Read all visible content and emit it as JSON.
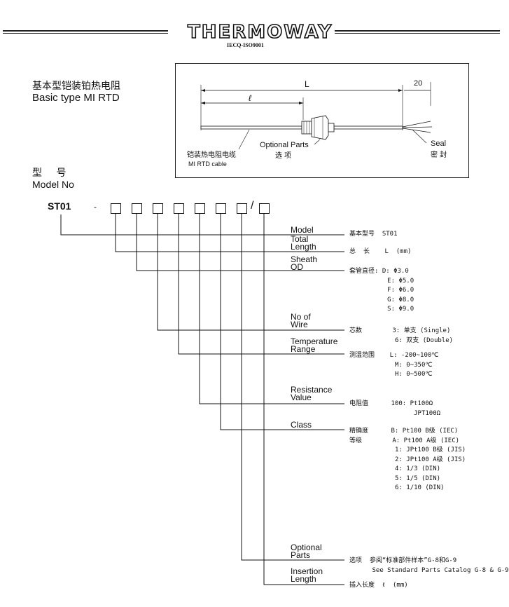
{
  "header": {
    "brand": "THERMOWAY",
    "certification": "IECQ-ISO9001"
  },
  "product": {
    "title_cn": "基本型铠装铂热电阻",
    "title_en": "Basic type MI RTD"
  },
  "diagram": {
    "length_label": "L",
    "seal_length": "20",
    "insertion_label": "ℓ",
    "optional_parts_en": "Optional Parts",
    "optional_parts_cn": "选 项",
    "seal_en": "Seal",
    "seal_cn": "密 封",
    "cable_cn": "铠装热电阻电缆",
    "cable_en": "MI RTD cable"
  },
  "model_section": {
    "heading_cn": "型 号",
    "heading_en": "Model No",
    "code": "ST01",
    "separator": "-",
    "slash": "/"
  },
  "fields": [
    {
      "label_lines": [
        "Model"
      ],
      "desc": "基本型号  ST01"
    },
    {
      "label_lines": [
        "Total",
        "Length"
      ],
      "desc": "总  长    L  (mm)"
    },
    {
      "label_lines": [
        "Sheath",
        "OD"
      ],
      "desc": "套管直径: D: Φ3.0\n          E: Φ5.0\n          F: Φ6.0\n          G: Φ8.0\n          S: Φ9.0"
    },
    {
      "label_lines": [
        "No of",
        "Wire"
      ],
      "desc": "芯数        3: 单支 (Single)\n            6: 双支 (Double)"
    },
    {
      "label_lines": [
        "Temperature",
        "Range"
      ],
      "desc": "测温范围    L: -200~100℃\n            M: 0~350℃\n            H: 0~500℃"
    },
    {
      "label_lines": [
        "Resistance",
        "Value"
      ],
      "desc": "电阻值      100: Pt100Ω\n                 JPT100Ω"
    },
    {
      "label_lines": [
        "Class"
      ],
      "desc": "精确度      B: Pt100 B级 (IEC)\n等级        A: Pt100 A级 (IEC)\n            1: JPt100 B级 (JIS)\n            2: JPt100 A级 (JIS)\n            4: 1/3 (DIN)\n            5: 1/5 (DIN)\n            6: 1/10 (DIN)"
    },
    {
      "label_lines": [
        "Optional",
        "Parts"
      ],
      "desc": "选项  参阅“标准部件样本”G-8和G-9\n      See Standard Parts Catalog G-8 & G-9"
    },
    {
      "label_lines": [
        "Insertion",
        "Length"
      ],
      "desc": "插入长度  ℓ  (mm)"
    }
  ]
}
